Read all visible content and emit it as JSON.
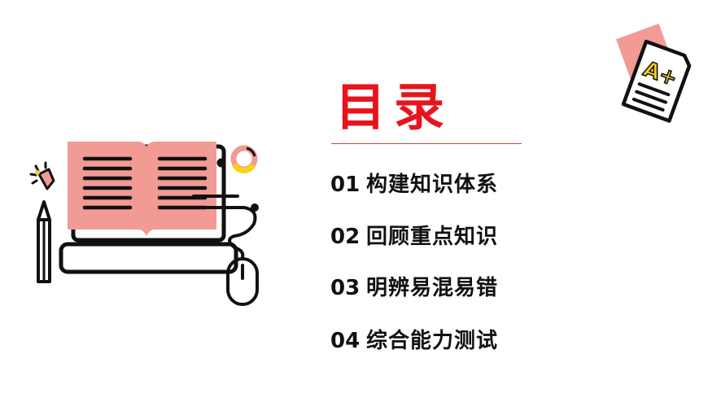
{
  "title": "目录",
  "toc": [
    {
      "num": "01",
      "text": "构建知识体系"
    },
    {
      "num": "02",
      "text": "回顾重点知识"
    },
    {
      "num": "03",
      "text": "明辨易混易错"
    },
    {
      "num": "04",
      "text": "综合能力测试"
    }
  ],
  "icons": [
    "open-book-icon",
    "laptop-icon",
    "mouse-icon",
    "pencil-icon",
    "light-spark-icon",
    "donut-chart-icon",
    "grade-paper-icon"
  ],
  "paper_grade": "A+",
  "colors": {
    "title_red": "#e8141c",
    "accent_pink": "#f19b94",
    "accent_yellow": "#f6d21b",
    "ink": "#111111"
  }
}
